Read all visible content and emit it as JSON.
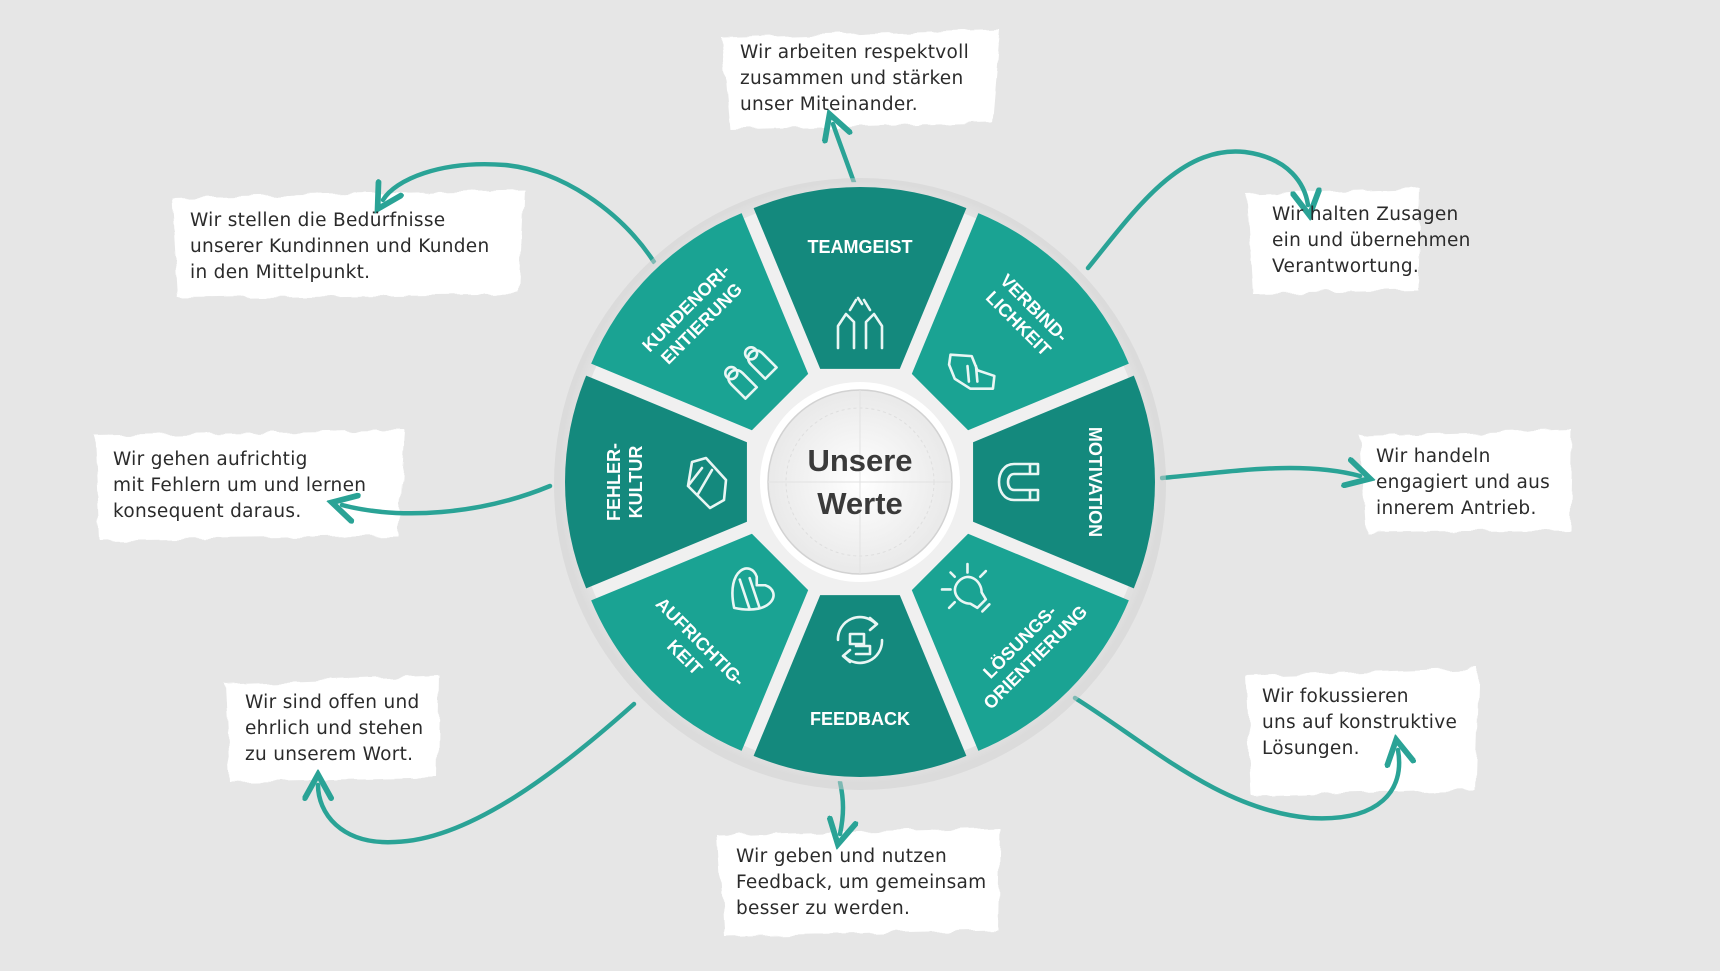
{
  "center": {
    "line1": "Unsere",
    "line2": "Werte"
  },
  "segments": [
    {
      "key": "teamgeist",
      "label": [
        "TEAMGEIST"
      ],
      "icon": "high-five-icon",
      "note": "Wir arbeiten respektvoll\nzusammen und stärken\nunser Miteinander."
    },
    {
      "key": "verbindlichkeit",
      "label": [
        "VERBIND-",
        "LICHKEIT"
      ],
      "icon": "handshake-icon",
      "note": "Wir halten Zusagen\nein und übernehmen\nVerantwortung."
    },
    {
      "key": "motivation",
      "label": [
        "MOTIVATION"
      ],
      "icon": "magnet-icon",
      "note": "Wir handeln\nengagiert und aus\ninnerem Antrieb."
    },
    {
      "key": "loesungsorientierung",
      "label": [
        "LÖSUNGS-",
        "ORIENTIERUNG"
      ],
      "icon": "lightbulb-icon",
      "note": "Wir fokussieren\nuns auf konstruktive\nLösungen."
    },
    {
      "key": "feedback",
      "label": [
        "FEEDBACK"
      ],
      "icon": "feedback-cycle-icon",
      "note": "Wir geben und nutzen\nFeedback, um gemeinsam\nbesser zu werden."
    },
    {
      "key": "aufrichtigkeit",
      "label": [
        "AUFRICHTIG-",
        "KEIT"
      ],
      "icon": "heart-icon",
      "note": "Wir sind offen und\nehrlich und stehen\nzu unserem Wort."
    },
    {
      "key": "fehlerkultur",
      "label": [
        "FEHLER-",
        "KULTUR"
      ],
      "icon": "eraser-icon",
      "note": "Wir gehen aufrichtig\nmit Fehlern um und lernen\nkonsequent daraus."
    },
    {
      "key": "kundenorientierung",
      "label": [
        "KUNDENORI-",
        "ENTIERUNG"
      ],
      "icon": "customers-icon",
      "note": "Wir stellen die Bedürfnisse\nunserer Kundinnen und Kunden\nin den Mittelpunkt."
    }
  ],
  "colors": {
    "background": "#e6e6e6",
    "teal": "#1aa393",
    "teal_dark": "#14897d",
    "wheel_outer": "#ffffff",
    "wheel_inner": "#ededed",
    "arrow": "#2aa396",
    "note_bg": "#ffffff",
    "text": "#2b2b2b",
    "hub_text": "#3a3a3a"
  }
}
